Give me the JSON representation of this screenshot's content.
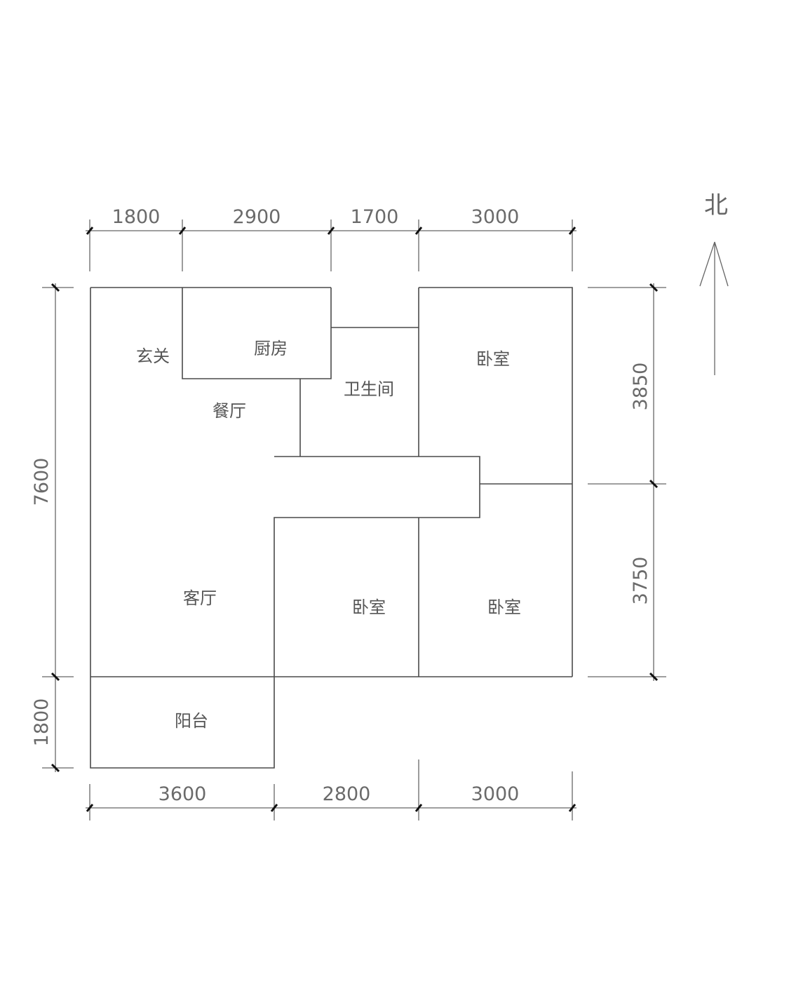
{
  "north_label": "北",
  "rooms": {
    "entrance": "玄关",
    "kitchen": "厨房",
    "dining": "餐厅",
    "bathroom": "卫生间",
    "bedroom_ne": "卧室",
    "living": "客厅",
    "bedroom_s": "卧室",
    "bedroom_se": "卧室",
    "balcony": "阳台"
  },
  "dimensions": {
    "top": [
      "1800",
      "2900",
      "1700",
      "3000"
    ],
    "bottom": [
      "3600",
      "2800",
      "3000"
    ],
    "left": [
      "7600",
      "1800"
    ],
    "right": [
      "3850",
      "3750"
    ]
  },
  "colors": {
    "walls": "#4a4a4a",
    "text": "#6a6a6a",
    "ticks": "#111111"
  }
}
